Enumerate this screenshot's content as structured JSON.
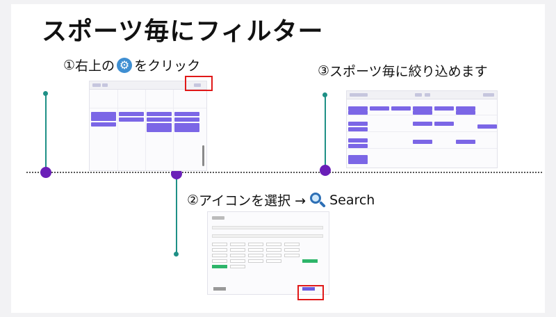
{
  "slide": {
    "title": "スポーツ毎にフィルター",
    "steps": [
      {
        "number": "①",
        "before": "右上の",
        "after": "をクリック",
        "icon": "gear-icon"
      },
      {
        "number": "②",
        "before": "アイコンを選択 → ",
        "after": "Search",
        "icon": "magnifier-icon"
      },
      {
        "number": "③",
        "before": "スポーツ毎に絞り込めます"
      }
    ]
  },
  "colors": {
    "timeline_dot": "#6a1fb8",
    "vertical_line": "#1e9086",
    "highlight_box": "#e01818",
    "event": "#7b66e6"
  }
}
